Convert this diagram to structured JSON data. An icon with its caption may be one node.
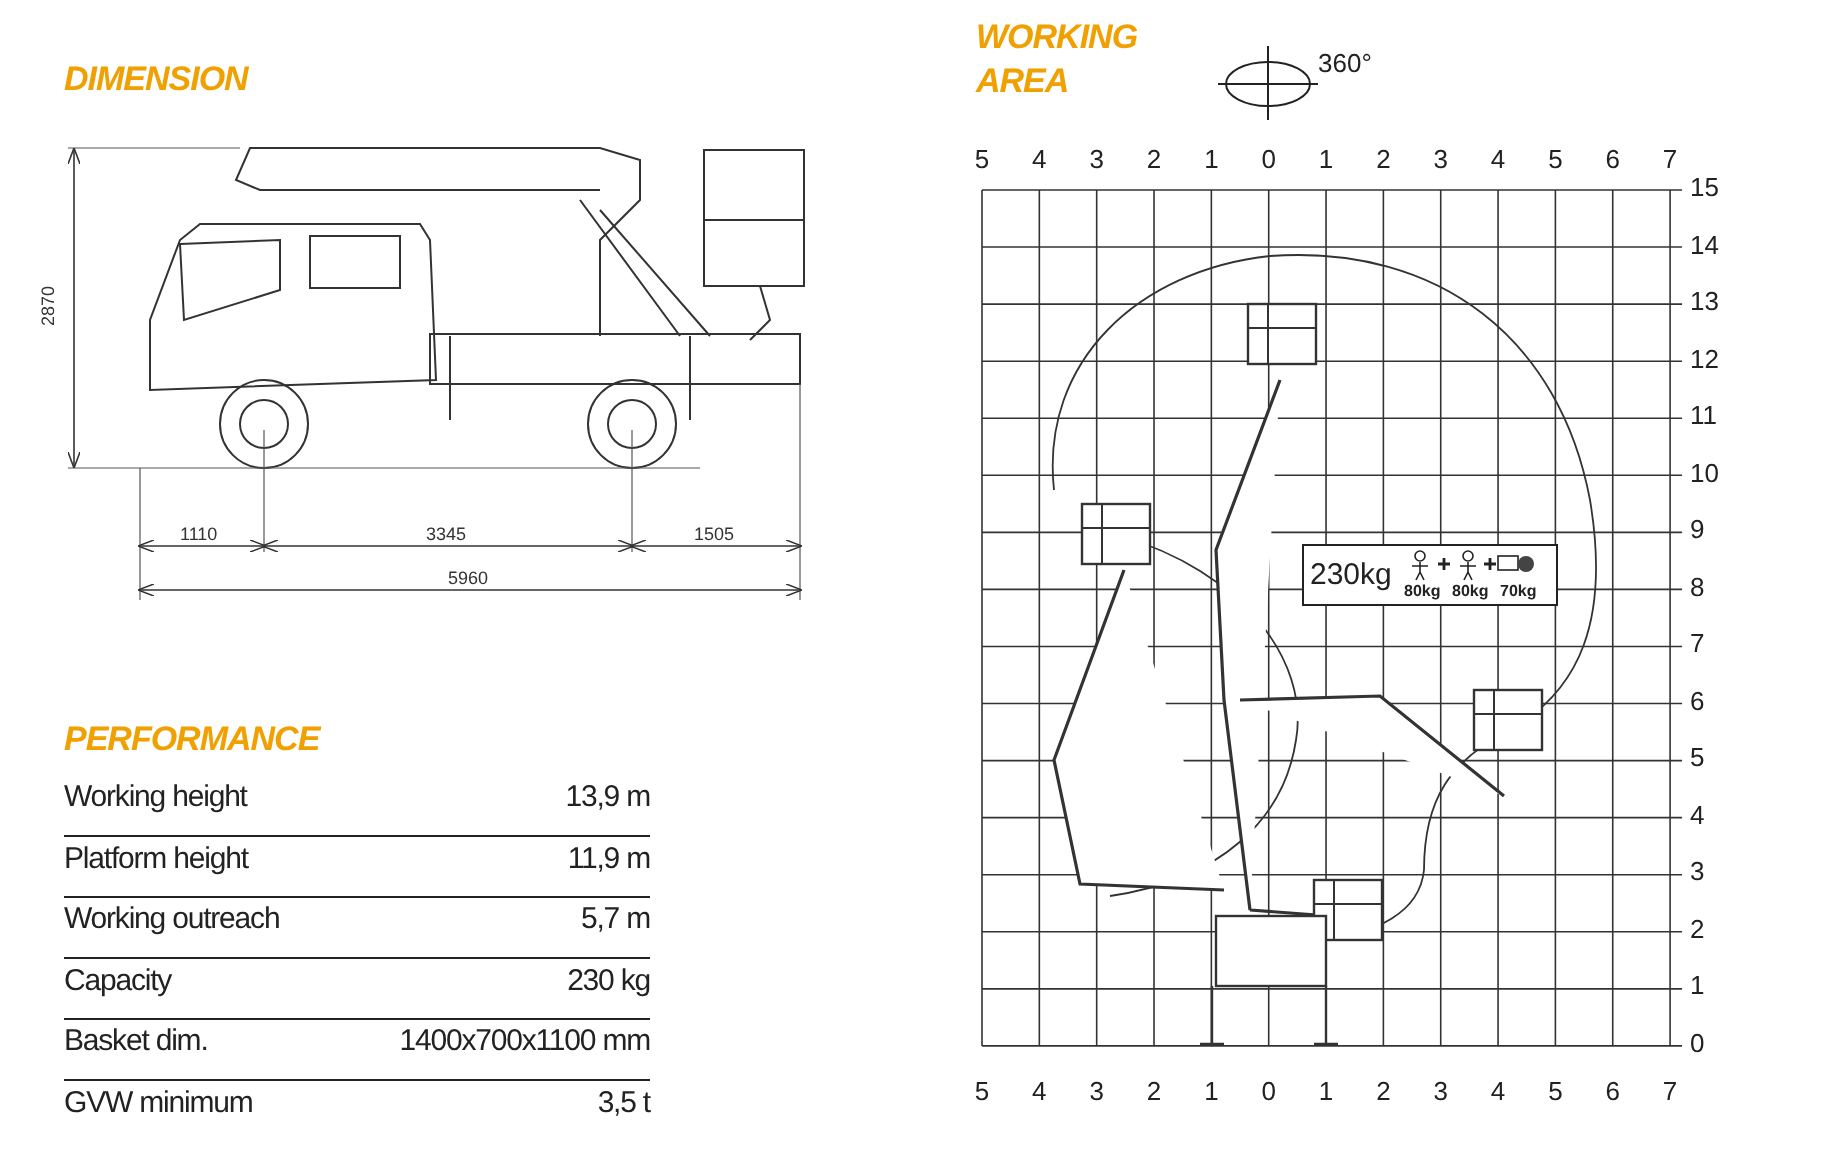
{
  "diagram": {
    "nodes": [
      {
        "text": [
          "230kg",
          "80kg",
          "80kg",
          "70kg"
        ]
      }
    ],
    "edges": [],
    "labels": [
      "DIMENSION",
      "2870",
      "1110",
      "3345",
      "1505",
      "5960",
      "PERFORMANCE",
      "Working height",
      "13,9 m",
      "Platform height",
      "11,9 m",
      "Working outreach",
      "5,7 m",
      "Capacity",
      "230 kg",
      "Basket dim.",
      "1400x700x1100 mm",
      "GVW minimum",
      "3,5 t",
      "WORKING AREA",
      "360°",
      "5",
      "4",
      "3",
      "2",
      "1",
      "0",
      "1",
      "2",
      "3",
      "4",
      "5",
      "6",
      "7",
      "15",
      "14",
      "13",
      "12",
      "11",
      "10",
      "9",
      "8",
      "7",
      "6",
      "5",
      "4",
      "3",
      "2",
      "1",
      "0",
      "5",
      "4",
      "3",
      "2",
      "1",
      "0",
      "1",
      "2",
      "3",
      "4",
      "5",
      "6",
      "7"
    ]
  }
}
